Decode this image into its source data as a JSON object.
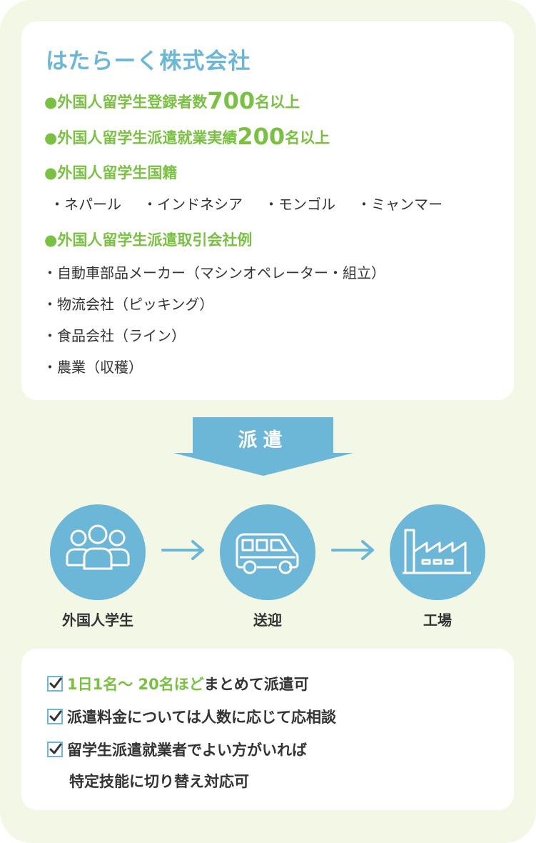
{
  "company": "はたらーく株式会社",
  "stats": {
    "registered_pre": "●外国人留学生登録者数",
    "registered_num": "700",
    "registered_post": "名以上",
    "dispatch_pre": "●外国人留学生派遣就業実績",
    "dispatch_num": "200",
    "dispatch_post": "名以上"
  },
  "nationality": {
    "heading": "●外国人留学生国籍",
    "countries": [
      "・ネパール",
      "・インドネシア",
      "・モンゴル",
      "・ミャンマー"
    ]
  },
  "clients": {
    "heading": "●外国人留学生派遣取引会社例",
    "items": [
      "・自動車部品メーカー（マシンオペレーター・組立）",
      "・物流会社（ピッキング）",
      "・食品会社（ライン）",
      "・農業（収穫）"
    ]
  },
  "dispatch_label": "派遣",
  "flow": {
    "steps": [
      {
        "label": "外国人学生",
        "icon": "people-icon"
      },
      {
        "label": "送迎",
        "icon": "van-icon"
      },
      {
        "label": "工場",
        "icon": "factory-icon"
      }
    ]
  },
  "benefits": {
    "line1_highlight": "1日1名～ 20名ほど",
    "line1_rest": "まとめて派遣可",
    "line2": "派遣料金については人数に応じて応相談",
    "line3": "留学生派遣就業者でよい方がいれば",
    "line3_cont": "特定技能に切り替え対応可"
  },
  "colors": {
    "accent_blue": "#6cb6d8",
    "accent_green": "#7ac143",
    "background": "#f3f7e6"
  }
}
